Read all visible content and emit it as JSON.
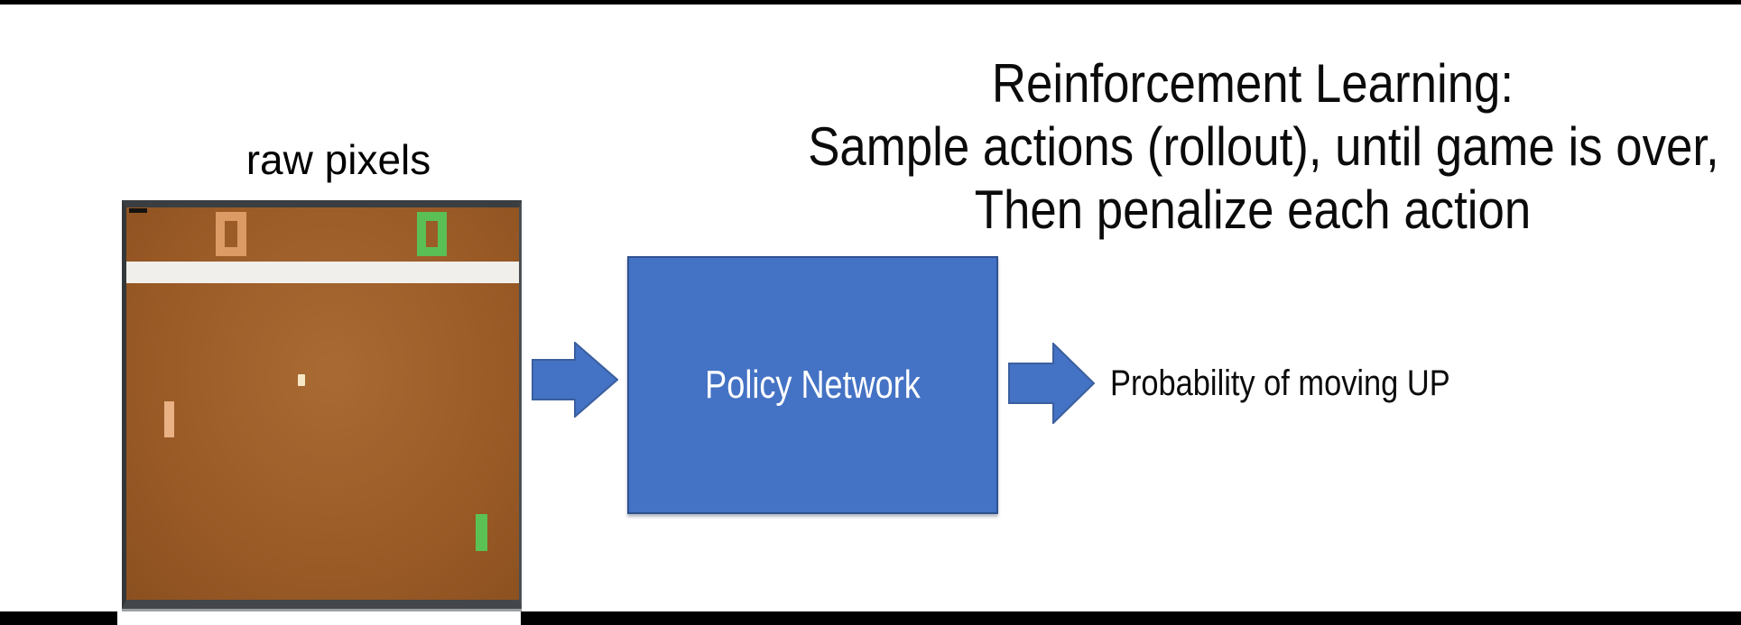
{
  "title": {
    "line1": "Reinforcement Learning:",
    "line2": "Sample actions (rollout), until game is over,",
    "line3": "Then penalize each action"
  },
  "diagram": {
    "input_label": "raw pixels",
    "policy_box_label": "Policy Network",
    "output_label": "Probability of moving UP"
  },
  "game_screen": {
    "left_score": "0",
    "right_score": "0"
  },
  "colors": {
    "accent_blue": "#4472C4",
    "accent_blue_border": "#2F528F",
    "game_background_brown": "#9C5C28",
    "score_orange": "#DC9B65",
    "score_green": "#5ABF55",
    "paddle_tan": "#E9B184",
    "paddle_green": "#5CC154",
    "ball_cream": "#F6E8C6",
    "divider_white": "#F1EFEB",
    "frame_black": "#000000"
  }
}
